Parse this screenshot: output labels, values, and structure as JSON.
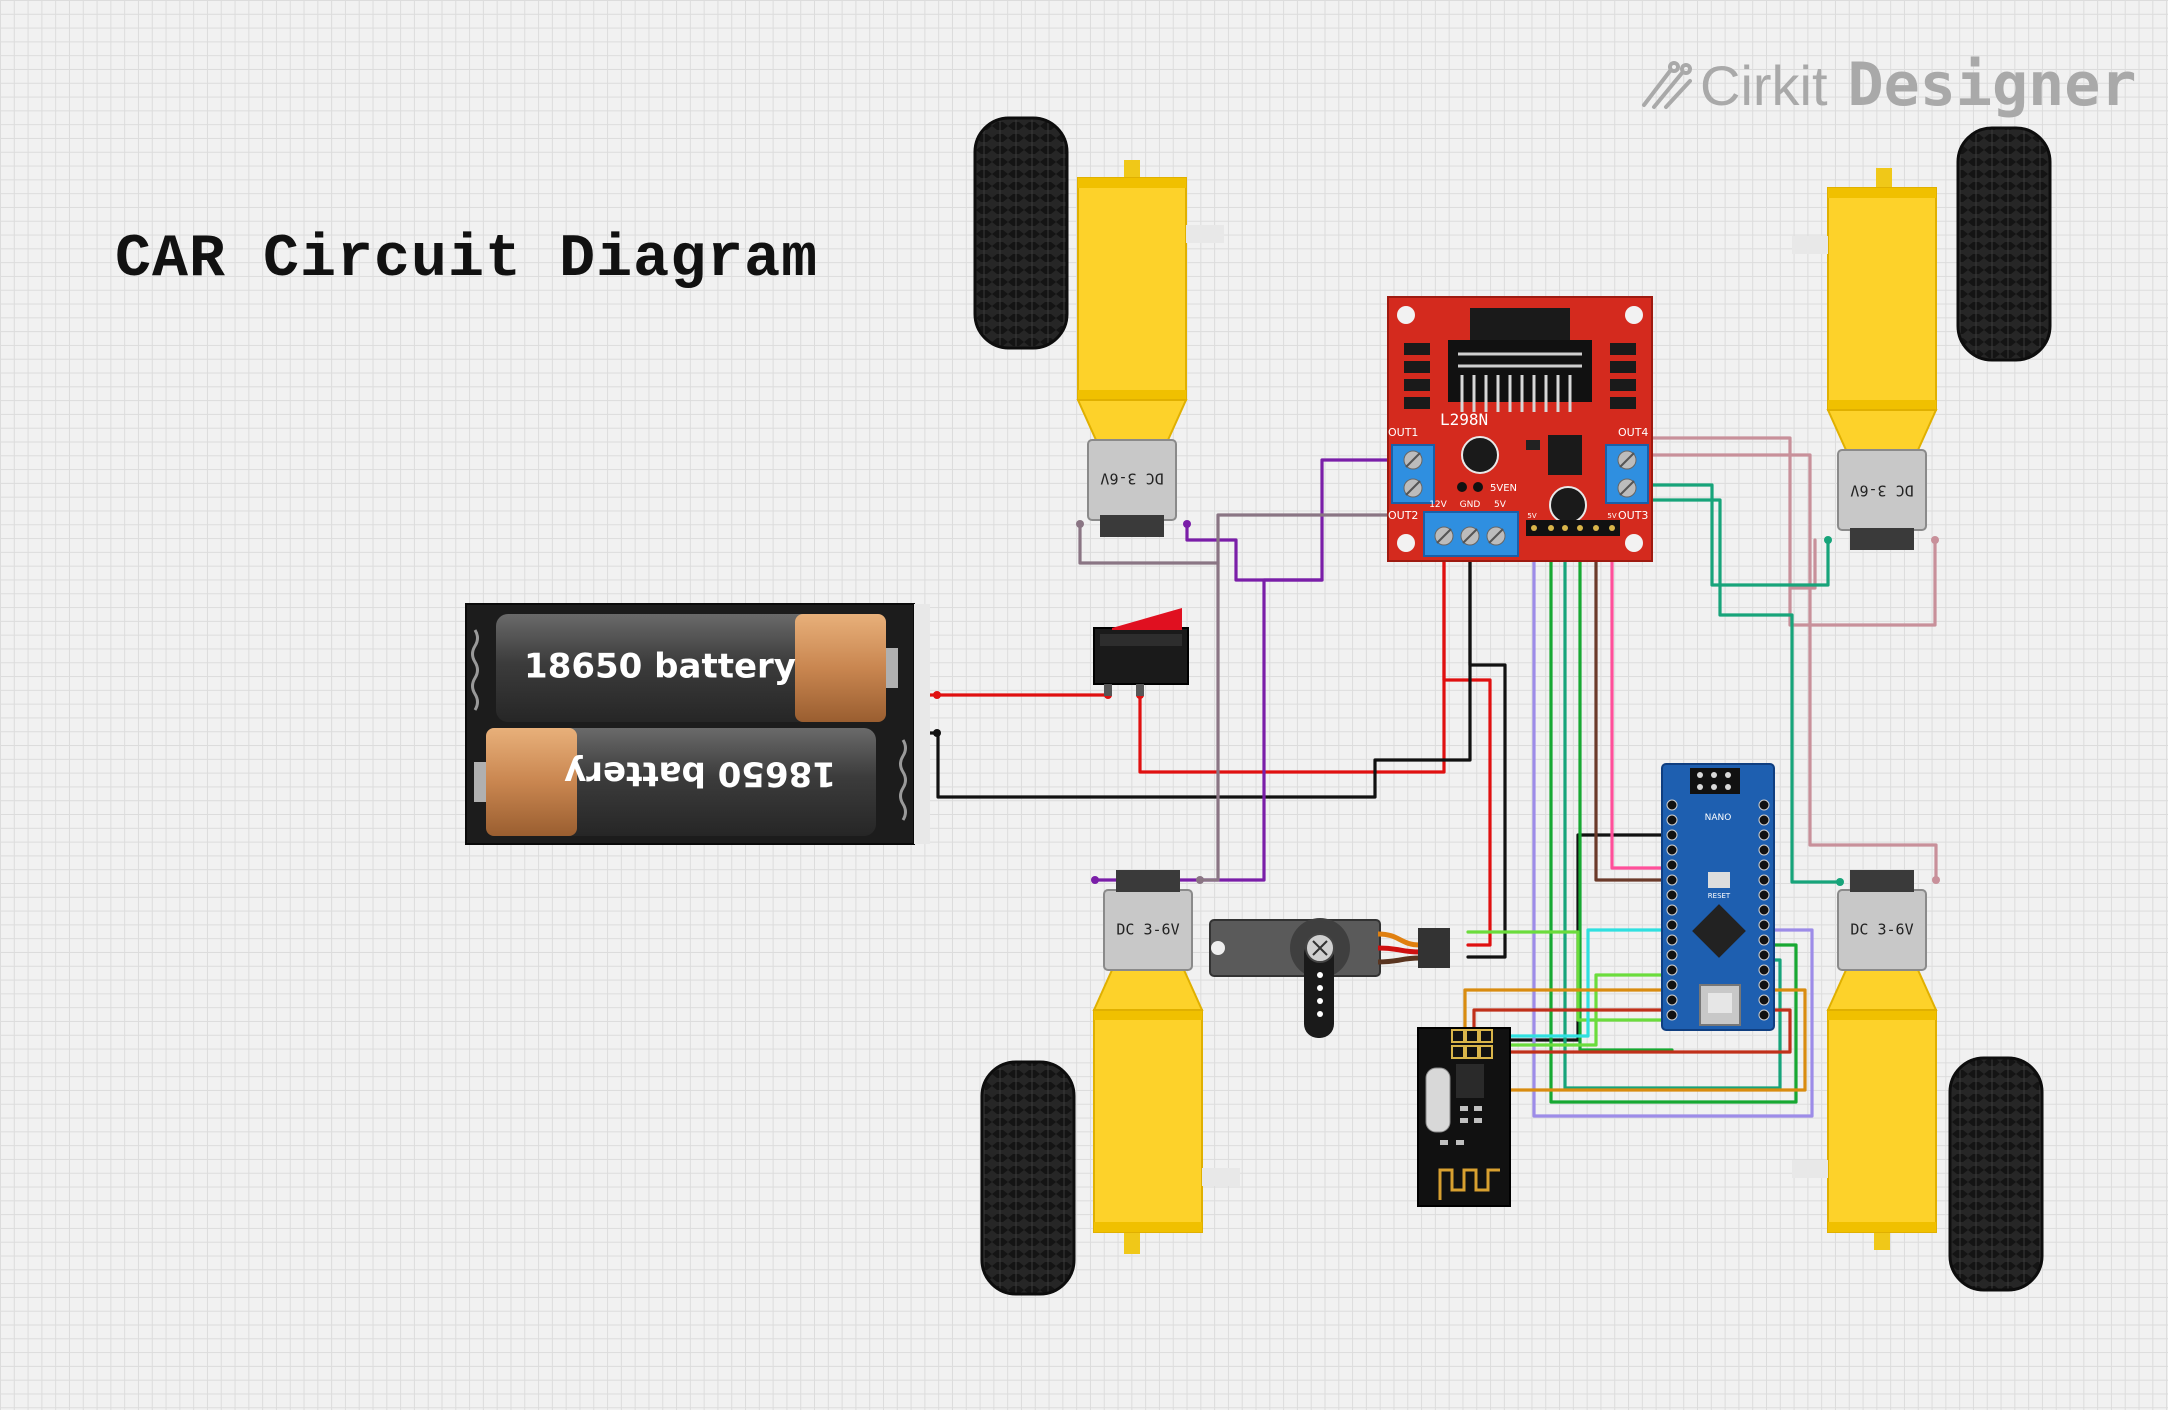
{
  "title": "CAR Circuit Diagram",
  "brand": {
    "name_part1": "Cirkit",
    "name_part2": "Designer"
  },
  "battery": {
    "cell_top": "18650 battery",
    "cell_bottom": "18650 battery"
  },
  "motor_driver": {
    "chip": "L298N",
    "out1": "OUT1",
    "out2": "OUT2",
    "out3": "OUT3",
    "out4": "OUT4",
    "v12": "12V",
    "gnd": "GND",
    "v5": "5V",
    "v5en": "5VEN",
    "en_a": "5V",
    "en_b": "5V"
  },
  "motors": {
    "rating": "DC 3-6V"
  },
  "arduino": {
    "label": "NANO",
    "reset": "RESET"
  },
  "colors": {
    "red": "#e01010",
    "black": "#111111",
    "purple": "#7a1ea8",
    "mauve": "#8a7584",
    "pink": "#c8909a",
    "teal": "#17a47a",
    "lavender": "#9d8ce8",
    "green": "#17a832",
    "brown": "#6b3a2a",
    "magenta": "#ff4f9a",
    "lime": "#6bdc3c",
    "cyan": "#2fe0e0",
    "orange": "#d98c10",
    "darkred": "#c0301a"
  }
}
